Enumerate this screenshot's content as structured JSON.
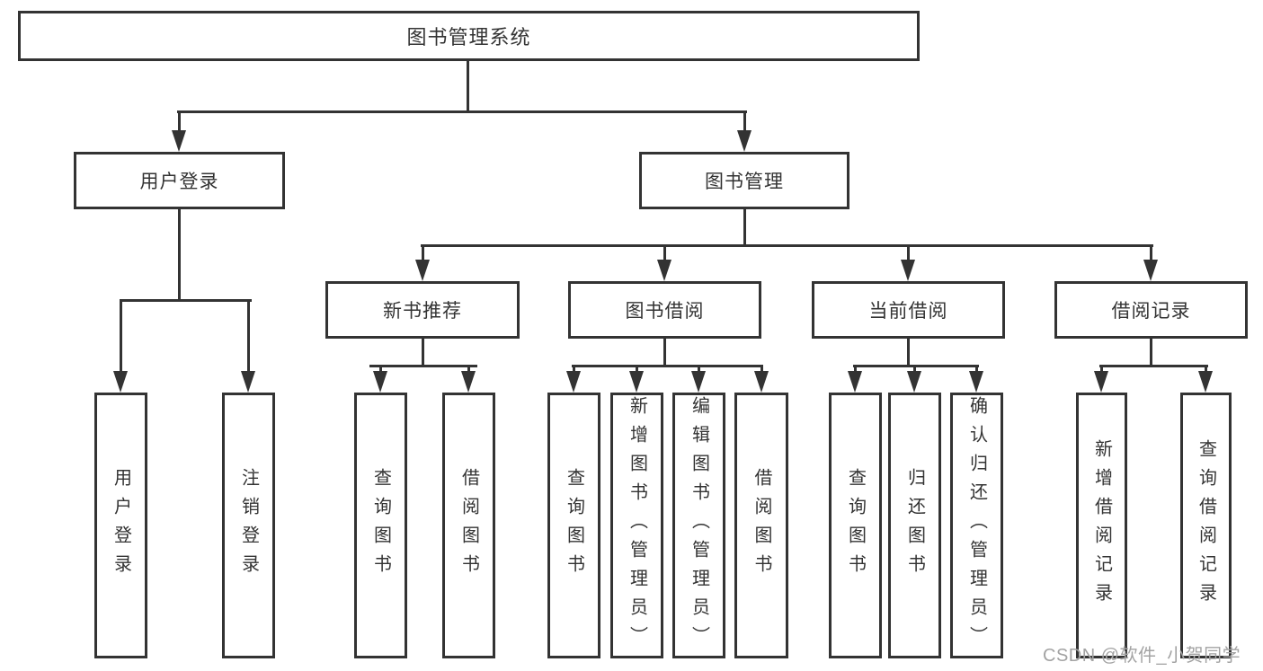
{
  "diagram": {
    "root": {
      "label": "图书管理系统"
    },
    "branches": [
      {
        "label": "用户登录",
        "children": [
          {
            "label": "用户登录"
          },
          {
            "label": "注销登录"
          }
        ]
      },
      {
        "label": "图书管理",
        "children": [
          {
            "label": "新书推荐",
            "children": [
              {
                "label": "查询图书"
              },
              {
                "label": "借阅图书"
              }
            ]
          },
          {
            "label": "图书借阅",
            "children": [
              {
                "label": "查询图书"
              },
              {
                "label": "新增图书（管理员）"
              },
              {
                "label": "编辑图书（管理员）"
              },
              {
                "label": "借阅图书"
              }
            ]
          },
          {
            "label": "当前借阅",
            "children": [
              {
                "label": "查询图书"
              },
              {
                "label": "归还图书"
              },
              {
                "label": "确认归还（管理员）"
              }
            ]
          },
          {
            "label": "借阅记录",
            "children": [
              {
                "label": "新增借阅记录"
              },
              {
                "label": "查询借阅记录"
              }
            ]
          }
        ]
      }
    ]
  },
  "watermark": {
    "text": "CSDN @软件_小贺同学"
  },
  "colors": {
    "stroke": "#333333",
    "text": "#333333",
    "watermark": "#a3a3a3",
    "background": "#ffffff"
  }
}
